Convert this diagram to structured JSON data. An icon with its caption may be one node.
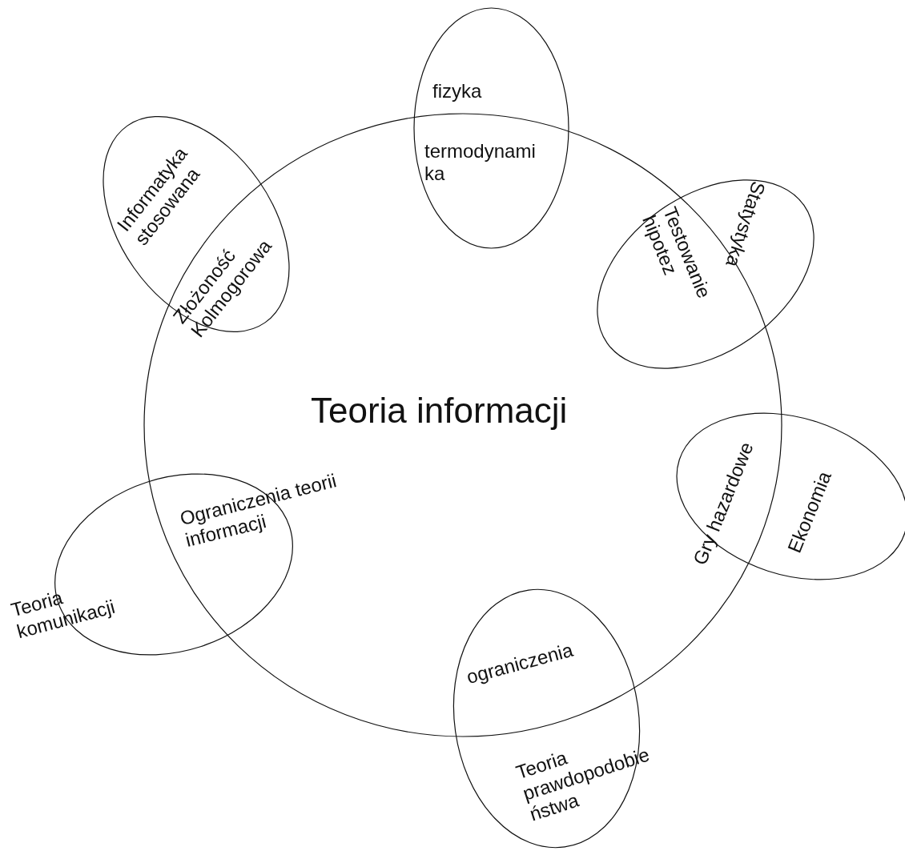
{
  "diagram": {
    "nodes": [
      {
        "text": [
          "Teoria informacji"
        ]
      },
      {
        "text": [
          "fizyka",
          "termodynami ka"
        ]
      },
      {
        "text": [
          "Informatyka stosowana",
          "Złożoność Kolmogorowa"
        ]
      },
      {
        "text": [
          "Statystyka",
          "Testowanie hipotez"
        ]
      },
      {
        "text": [
          "Gry hazardowe",
          "Ekonomia"
        ]
      },
      {
        "text": [
          "Ograniczenia teorii informacji",
          "Teoria komunikacji"
        ]
      },
      {
        "text": [
          "ograniczenia",
          "Teoria prawdopodobie ństwa"
        ]
      }
    ]
  }
}
